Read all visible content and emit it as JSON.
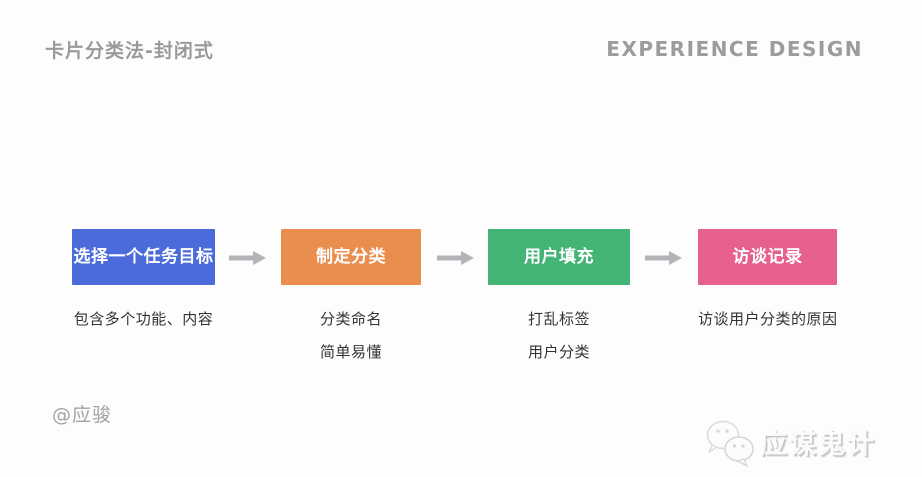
{
  "header": {
    "title": "卡片分类法-封闭式",
    "brand": "EXPERIENCE DESIGN"
  },
  "flow": {
    "arrow_color": "#b3b3b8",
    "steps": [
      {
        "label": "选择一个任务目标",
        "color": "#4c6bdb",
        "notes": [
          "包含多个功能、内容"
        ]
      },
      {
        "label": "制定分类",
        "color": "#ea8e50",
        "notes": [
          "分类命名",
          "简单易懂"
        ]
      },
      {
        "label": "用户填充",
        "color": "#43b475",
        "notes": [
          "打乱标签",
          "用户分类"
        ]
      },
      {
        "label": "访谈记录",
        "color": "#e6608d",
        "notes": [
          "访谈用户分类的原因"
        ]
      }
    ]
  },
  "footer": {
    "author": "@应骏",
    "watermark": "应谋鬼计"
  }
}
